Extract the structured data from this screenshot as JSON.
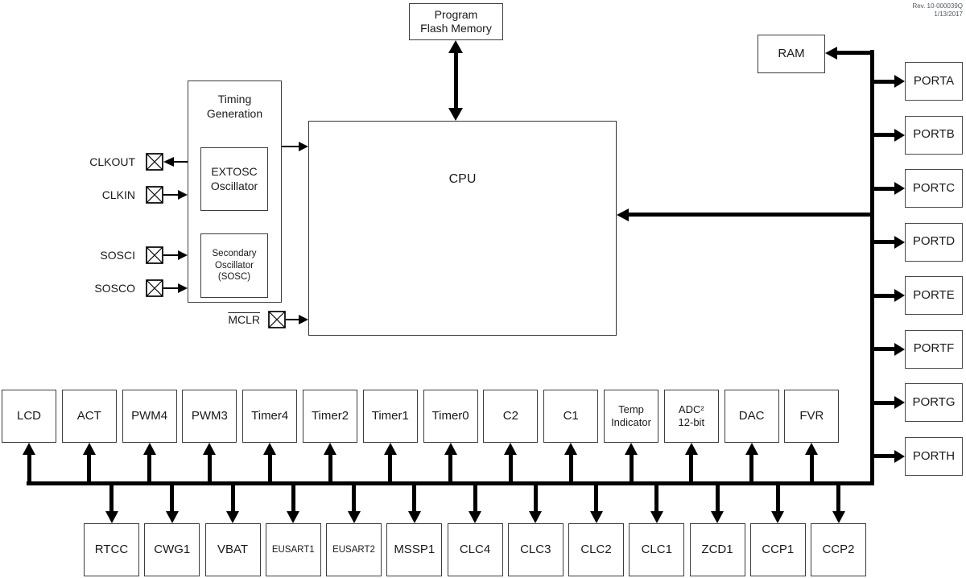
{
  "rev": {
    "line1": "Rev. 10-000039Q",
    "line2": "1/13/2017"
  },
  "blocks": {
    "program_flash_memory": "Program\nFlash Memory",
    "ram": "RAM",
    "cpu": "CPU",
    "timing_generation": "Timing\nGeneration",
    "extosc": "EXTOSC\nOscillator",
    "sosc": "Secondary\nOscillator\n(SOSC)"
  },
  "pins": {
    "clkout": "CLKOUT",
    "clkin": "CLKIN",
    "sosci": "SOSCI",
    "sosco": "SOSCO",
    "mclr": "MCLR"
  },
  "peripherals": {
    "middle_row": [
      "LCD",
      "ACT",
      "PWM4",
      "PWM3",
      "Timer4",
      "Timer2",
      "Timer1",
      "Timer0",
      "C2",
      "C1",
      "Temp\nIndicator",
      "ADC²\n12-bit",
      "DAC",
      "FVR"
    ],
    "bottom_row": [
      "RTCC",
      "CWG1",
      "VBAT",
      "EUSART1",
      "EUSART2",
      "MSSP1",
      "CLC4",
      "CLC3",
      "CLC2",
      "CLC1",
      "ZCD1",
      "CCP1",
      "CCP2"
    ]
  },
  "ports": [
    "PORTA",
    "PORTB",
    "PORTC",
    "PORTD",
    "PORTE",
    "PORTF",
    "PORTG",
    "PORTH"
  ]
}
